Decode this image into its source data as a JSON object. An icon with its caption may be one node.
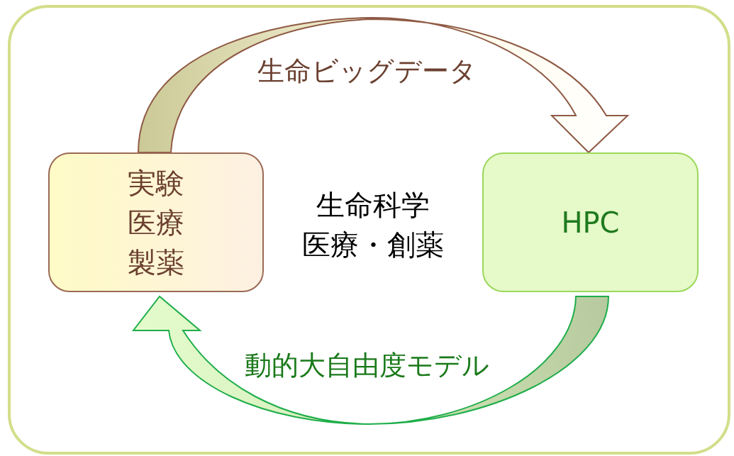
{
  "diagram": {
    "nodes": [
      {
        "text": [
          "実験",
          "医療",
          "製薬"
        ]
      },
      {
        "text": [
          "HPC"
        ]
      }
    ],
    "edges": [
      {
        "from": 0,
        "to": 1,
        "arrow": "to",
        "label": "生命ビッグデータ",
        "style": "thick",
        "color": "#8f5a45"
      },
      {
        "from": 1,
        "to": 0,
        "arrow": "to",
        "label": "動的大自由度モデル",
        "style": "thick",
        "color": "#1fae4a"
      }
    ],
    "labels": [
      "生命科学",
      "医療・創薬"
    ]
  }
}
